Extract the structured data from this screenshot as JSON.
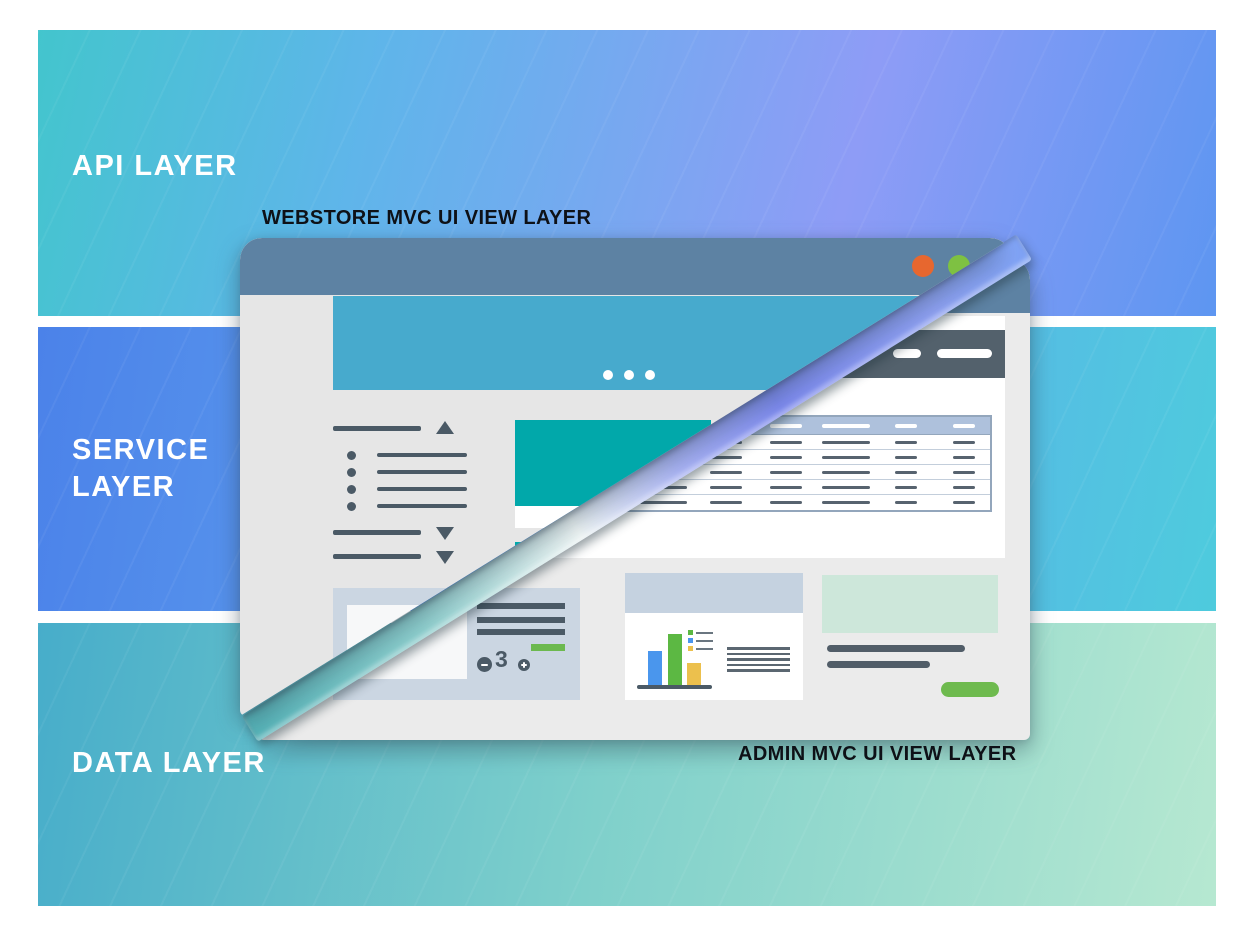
{
  "bands": {
    "api": {
      "label": "API LAYER"
    },
    "service": {
      "label_lines": [
        "SERVICE",
        "LAYER"
      ]
    },
    "data": {
      "label": "DATA LAYER"
    }
  },
  "captions": {
    "webstore": "WEBSTORE MVC UI VIEW LAYER",
    "admin": "ADMIN MVC UI VIEW LAYER"
  },
  "webstore_window": {
    "product_card": {
      "quantity": "3"
    },
    "hero_dots": 3
  },
  "admin_window": {
    "analytics": {
      "bars": [
        {
          "name": "blue",
          "color": "#4a96ed",
          "height": 34
        },
        {
          "name": "green",
          "color": "#5cb843",
          "height": 51
        },
        {
          "name": "yellow",
          "color": "#ecc04d",
          "height": 22
        }
      ]
    },
    "table": {
      "rows": 5,
      "columns": 6
    }
  },
  "colors": {
    "band_api_gradient": [
      "#43c5cd",
      "#8e9cf6",
      "#5d96f1"
    ],
    "band_service_gradient": [
      "#4b82e9",
      "#4ecbdd"
    ],
    "band_data_gradient": [
      "#47adca",
      "#b6e8d1"
    ],
    "titlebar": "#5d82a3",
    "hero": "#47aacd",
    "teal_block": "#01a8aa",
    "dark_slate": "#4b5a66",
    "nav_dark": "#53616c",
    "table_header": "#aec1dc",
    "card_bluegray": "#cbd6e2",
    "green_accent": "#6eba4e",
    "dot_orange": "#e7672f",
    "dot_green": "#7ec142",
    "stripe_teal": "#55b3b8",
    "stripe_purple": "#7e8bf0"
  }
}
